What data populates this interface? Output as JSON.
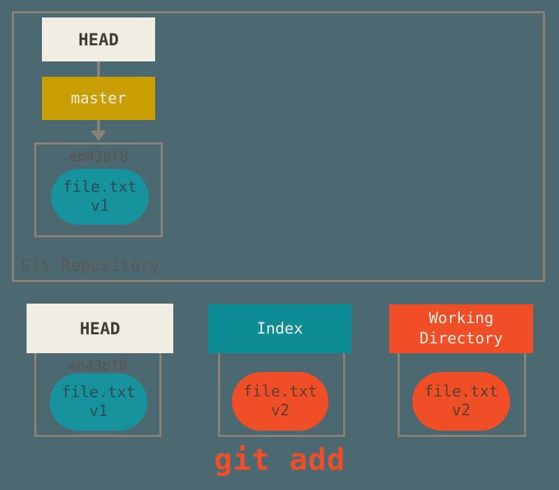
{
  "colors": {
    "bg": "#4C6971",
    "border": "#8B8277",
    "paper": "#F0EEE2",
    "ink": "#423C34",
    "gold": "#C89E00",
    "teal": "#0E8C96",
    "tealBlob": "#17939E",
    "orange": "#F04E26",
    "light": "#F1EDE3",
    "grayLabel": "#5D584F",
    "commitId": "#5B554C",
    "tealText": "#2C4D55",
    "orangeText": "#5F3D2F"
  },
  "repo": {
    "label": "Git Repository",
    "head": "HEAD",
    "branch": "master",
    "commit": {
      "id": "eb43bf8",
      "file": "file.txt",
      "version": "v1"
    }
  },
  "columns": {
    "head": {
      "title": "HEAD",
      "commit_id": "eb43bf8",
      "file": "file.txt",
      "version": "v1"
    },
    "index": {
      "title": "Index",
      "file": "file.txt",
      "version": "v2"
    },
    "working": {
      "title": "Working Directory",
      "file": "file.txt",
      "version": "v2"
    }
  },
  "command": {
    "text": "git add"
  }
}
